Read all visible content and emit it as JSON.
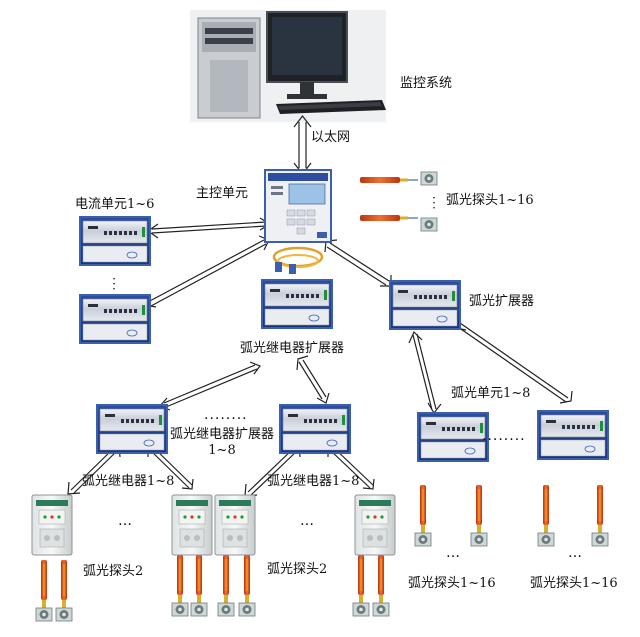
{
  "labels": {
    "monitor_system": "监控系统",
    "ethernet": "以太网",
    "main_unit": "主控单元",
    "current_unit": "电流单元1~6",
    "arc_probe_top": "弧光探头1~16",
    "arc_expander": "弧光扩展器",
    "relay_expander": "弧光继电器扩展器",
    "arc_unit": "弧光单元1~8",
    "relay_expander_sub_line1": "弧光继电器扩展器",
    "relay_expander_sub_line2": "1~8",
    "relay_left": "弧光继电器1~8",
    "relay_right": "弧光继电器1~8",
    "probe_left": "弧光探头2",
    "probe_mid": "弧光探头2",
    "probe_right1": "弧光探头1~16",
    "probe_right2": "弧光探头1~16"
  },
  "ellipses": {
    "short": "…",
    "long_top": "........",
    "long_right": "........",
    "vertical": "⋮"
  },
  "colors": {
    "device_frame": "#3a5fae",
    "device_body": "#1f3e8c",
    "connector_stroke": "#222222",
    "probe_orange": "#d84a1a",
    "probe_sensor": "#6b7b7c",
    "background": "#ffffff"
  }
}
